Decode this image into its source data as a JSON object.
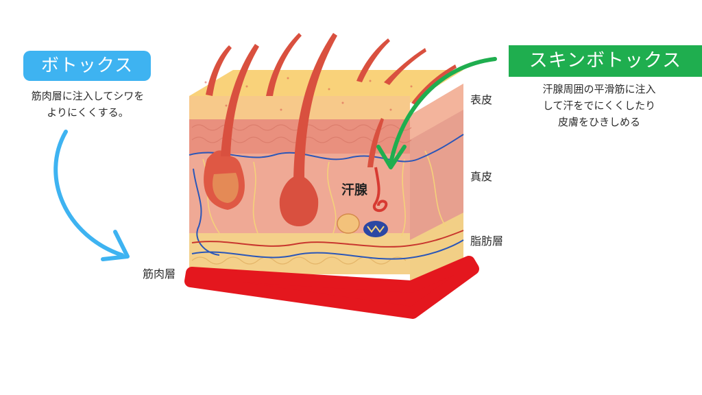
{
  "left": {
    "badge": "ボトックス",
    "desc_lines": [
      "筋肉層に注入してシワを",
      "よりにくくする。"
    ]
  },
  "right": {
    "badge": "スキンボトックス",
    "desc_lines": [
      "汗腺周囲の平滑筋に注入",
      "して汗をでにくくしたり",
      "皮膚をひきしめる"
    ]
  },
  "labels": {
    "epidermis": "表皮",
    "dermis": "真皮",
    "fat": "脂肪層",
    "muscle": "筋肉層",
    "sweat_gland": "汗腺"
  },
  "colors": {
    "left_accent": "#3eb3f1",
    "right_accent": "#1fae4f",
    "muscle_layer": "#e4171e",
    "epidermis": "#f9d27a",
    "dermis": "#ec9f8e",
    "fat": "#f6d48a"
  }
}
